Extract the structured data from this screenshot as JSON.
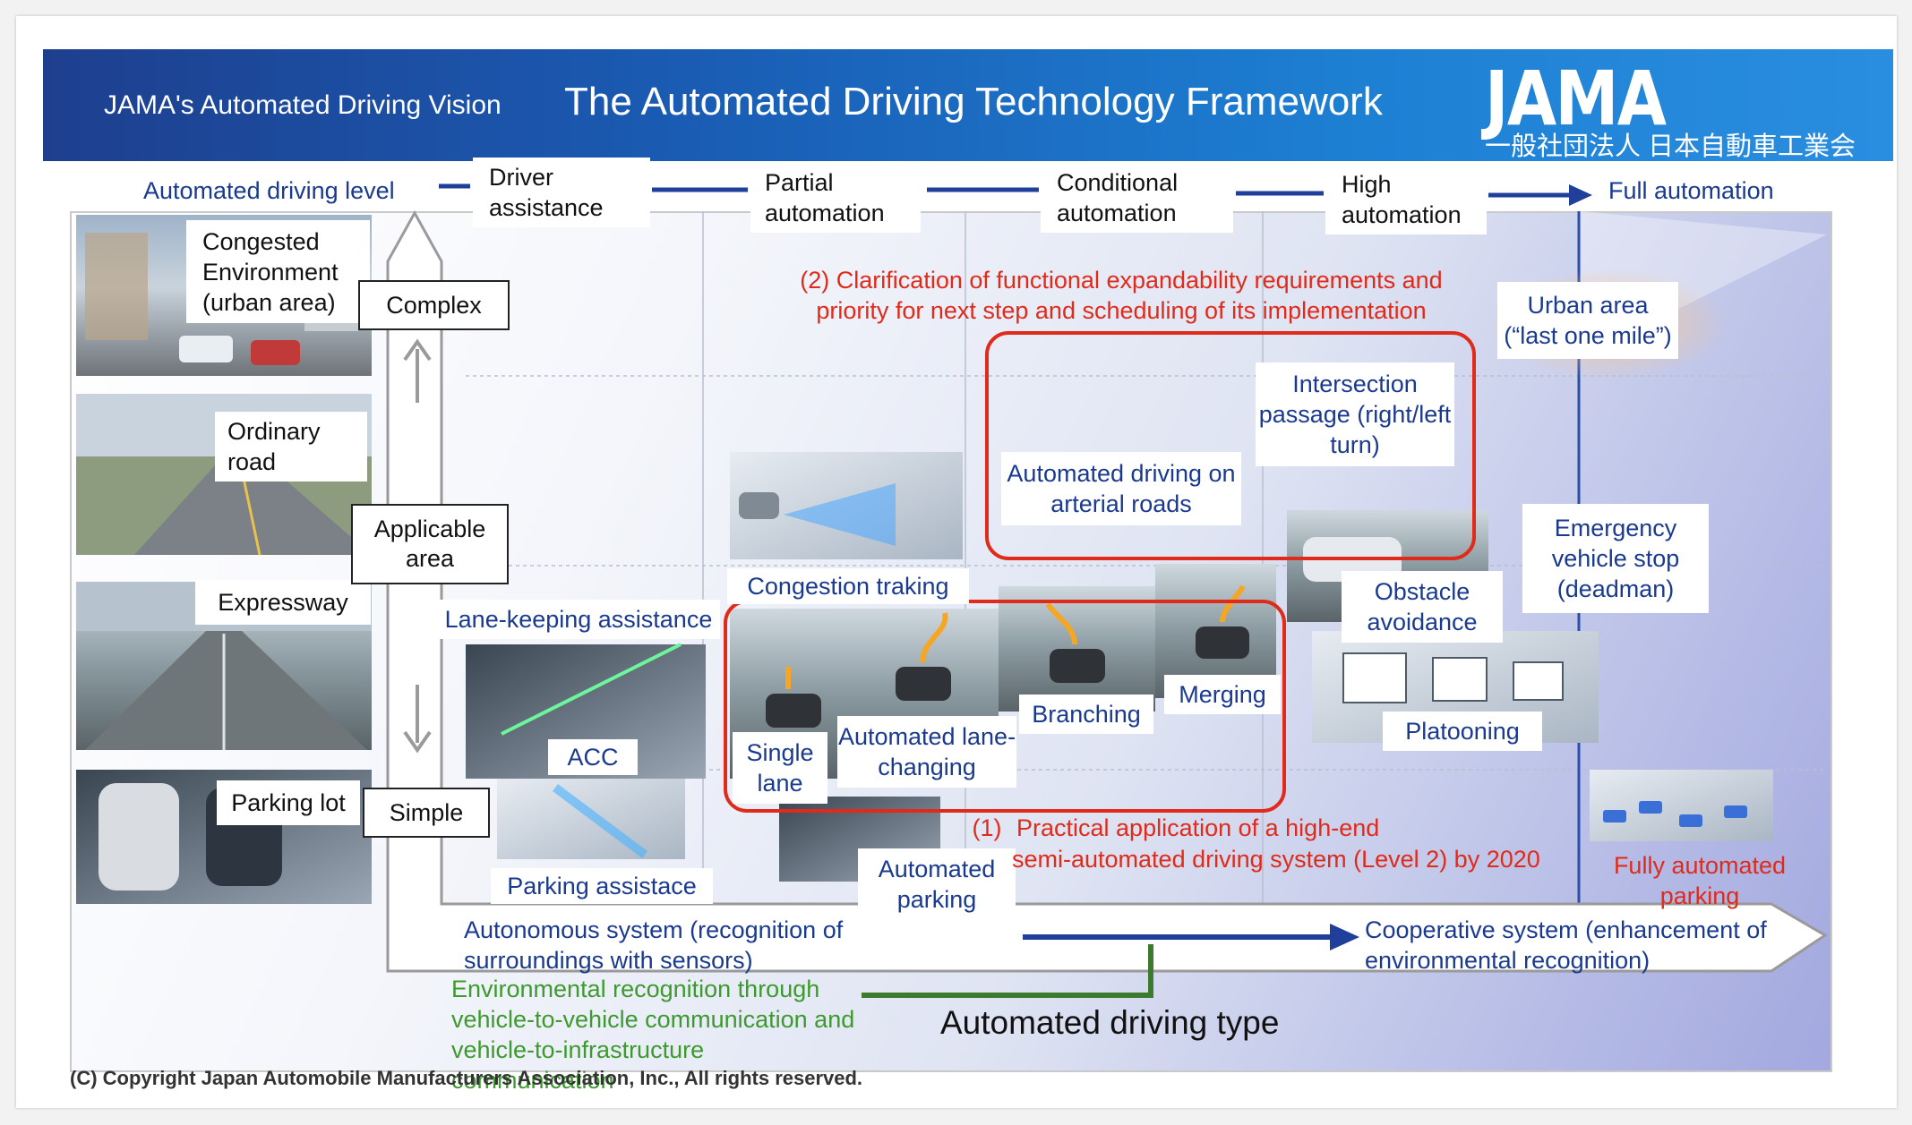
{
  "header": {
    "subtitle": "JAMA's Automated Driving Vision",
    "title": "The Automated Driving Technology Framework",
    "logo": "JAMA",
    "logo_jp": "一般社団法人 日本自動車工業会"
  },
  "levels": {
    "axis_label": "Automated driving level",
    "items": [
      "Driver assistance",
      "Partial automation",
      "Conditional automation",
      "High automation",
      "Full automation"
    ]
  },
  "areas": {
    "congested": "Congested Environment (urban area)",
    "ordinary": "Ordinary road",
    "expressway": "Expressway",
    "parking_lot": "Parking lot",
    "complex": "Complex",
    "applicable": "Applicable area",
    "simple": "Simple"
  },
  "functions": {
    "lane_keeping": "Lane-keeping assistance",
    "acc": "ACC",
    "parking_assist": "Parking assistace",
    "congestion": "Congestion traking",
    "single_lane": "Single lane",
    "auto_lane": "Automated lane-changing",
    "branching": "Branching",
    "merging": "Merging",
    "auto_parking": "Automated parking",
    "arterial": "Automated driving on arterial roads",
    "intersection": "Intersection passage (right/left turn)",
    "obstacle": "Obstacle avoidance",
    "platooning": "Platooning",
    "urban": "Urban area (“last one mile”)",
    "emergency": "Emergency vehicle stop (deadman)",
    "fully_parking": "Fully automated parking"
  },
  "notes": {
    "note2": "(2) Clarification of functional expandability requirements and priority for next step and scheduling of its implementation",
    "note1_prefix": "(1)",
    "note1_a": "Practical application of a high-end",
    "note1_b": "semi-automated driving system (Level 2) by 2020"
  },
  "types": {
    "autonomous": "Autonomous system (recognition of surroundings with sensors)",
    "cooperative": "Cooperative system (enhancement of environmental recognition)",
    "environmental": "Environmental recognition through vehicle-to-vehicle communication and vehicle-to-infrastructure communication",
    "axis_label": "Automated driving type"
  },
  "copyright": "(C) Copyright Japan Automobile Manufacturers Association, Inc., All rights reserved.",
  "colors": {
    "header_blue": "#1a5cb4",
    "label_blue": "#1a3a8f",
    "highlight_red": "#e02a1a",
    "green": "#3c9a2e"
  }
}
